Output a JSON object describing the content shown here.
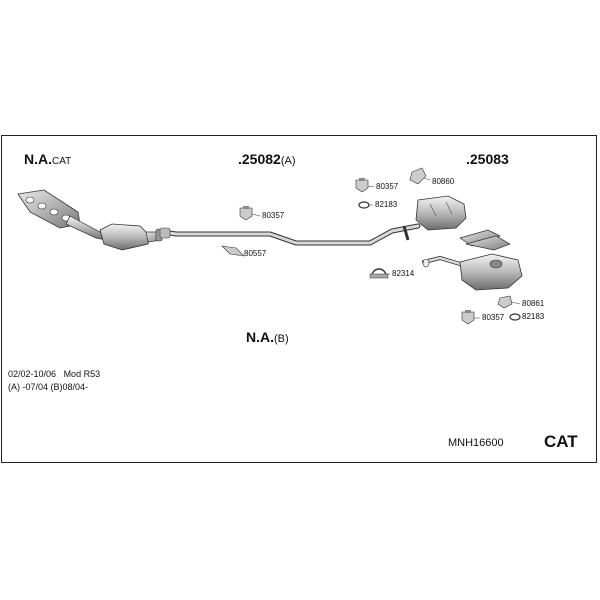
{
  "headers": {
    "na_cat": {
      "main": "N.A.",
      "suffix": "CAT"
    },
    "part_25082": {
      "main": ".25082",
      "suffix": "(A)"
    },
    "part_25083": {
      "main": ".25083",
      "suffix": ""
    },
    "na_b": {
      "main": "N.A.",
      "suffix": "(B)"
    }
  },
  "labels": {
    "l80357_a": "80357",
    "l80557": "80557",
    "l80357_b": "80357",
    "l82183_a": "82183",
    "l80860": "80860",
    "l82314": "82314",
    "l80861": "80861",
    "l80357_c": "80357",
    "l82183_b": "82183"
  },
  "info": {
    "line1_date": "02/02-10/06",
    "line1_model": "Mod R53",
    "line2": "(A) -07/04 (B)08/04-"
  },
  "footer": {
    "code": "MNH16600",
    "cat": "CAT"
  }
}
